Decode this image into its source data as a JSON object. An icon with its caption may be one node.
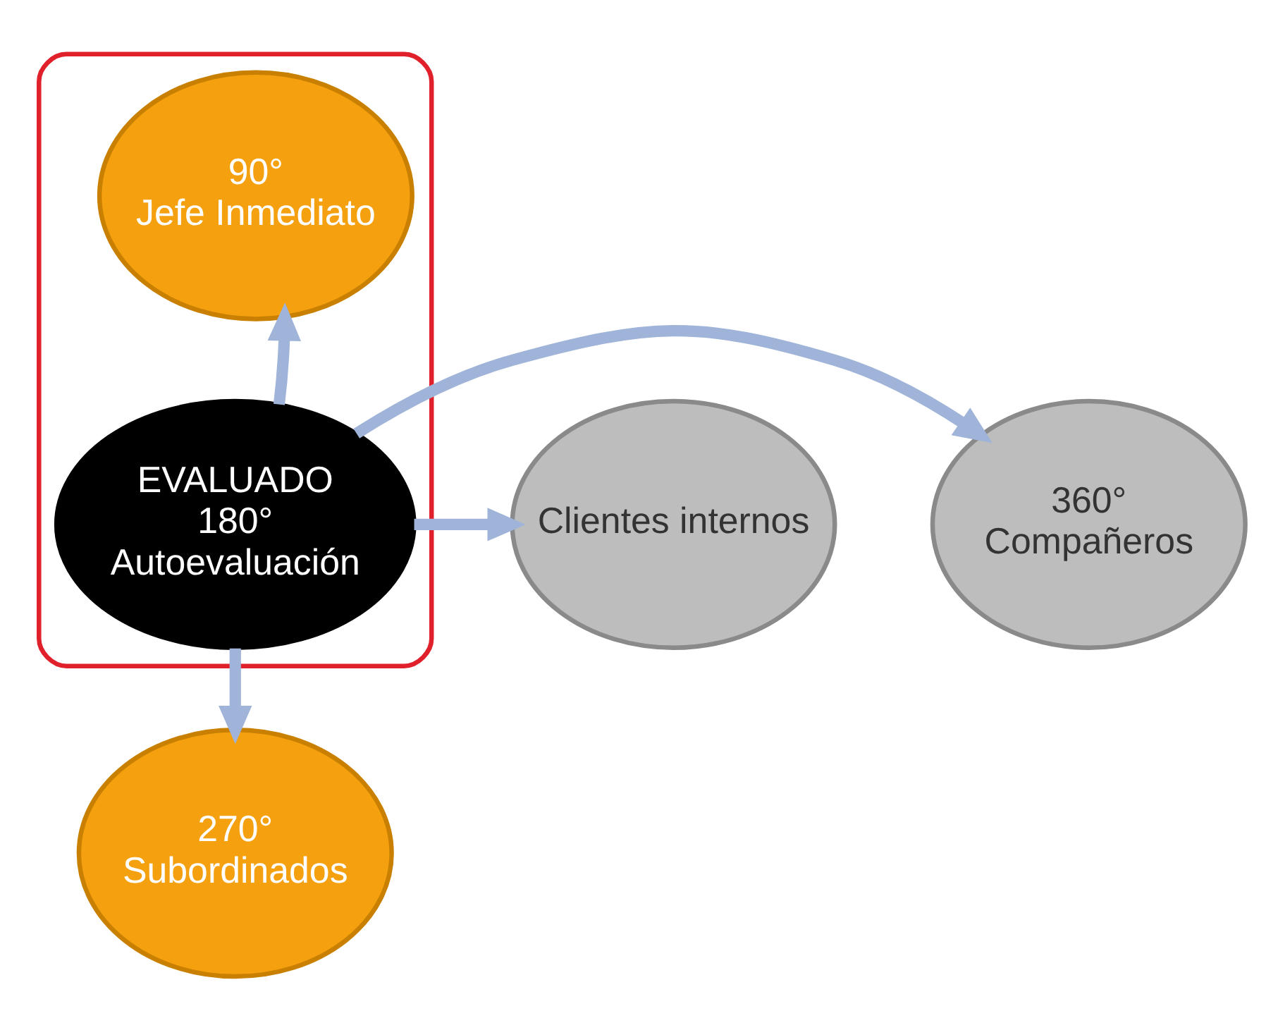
{
  "diagram": {
    "nodes": [
      {
        "text": [],
        "shape": "ellipse"
      },
      {
        "text": [
          "90°",
          "Jefe Inmediato"
        ],
        "in": 0
      },
      {
        "text": [
          "Clientes internos"
        ]
      },
      {
        "text": [
          "EVALUADO",
          "180°",
          "Autoevaluación"
        ],
        "in": 0
      },
      {
        "text": [
          "360°",
          "Compañeros"
        ]
      },
      {
        "text": [
          "270°",
          "Subordinados"
        ]
      }
    ],
    "edges": [
      {
        "from": 3,
        "to": 1,
        "arrow": "to"
      },
      {
        "from": 3,
        "to": 2,
        "arrow": "to"
      },
      {
        "from": 3,
        "to": 4,
        "arrow": "to"
      },
      {
        "from": 3,
        "to": 5,
        "arrow": "to"
      }
    ]
  }
}
